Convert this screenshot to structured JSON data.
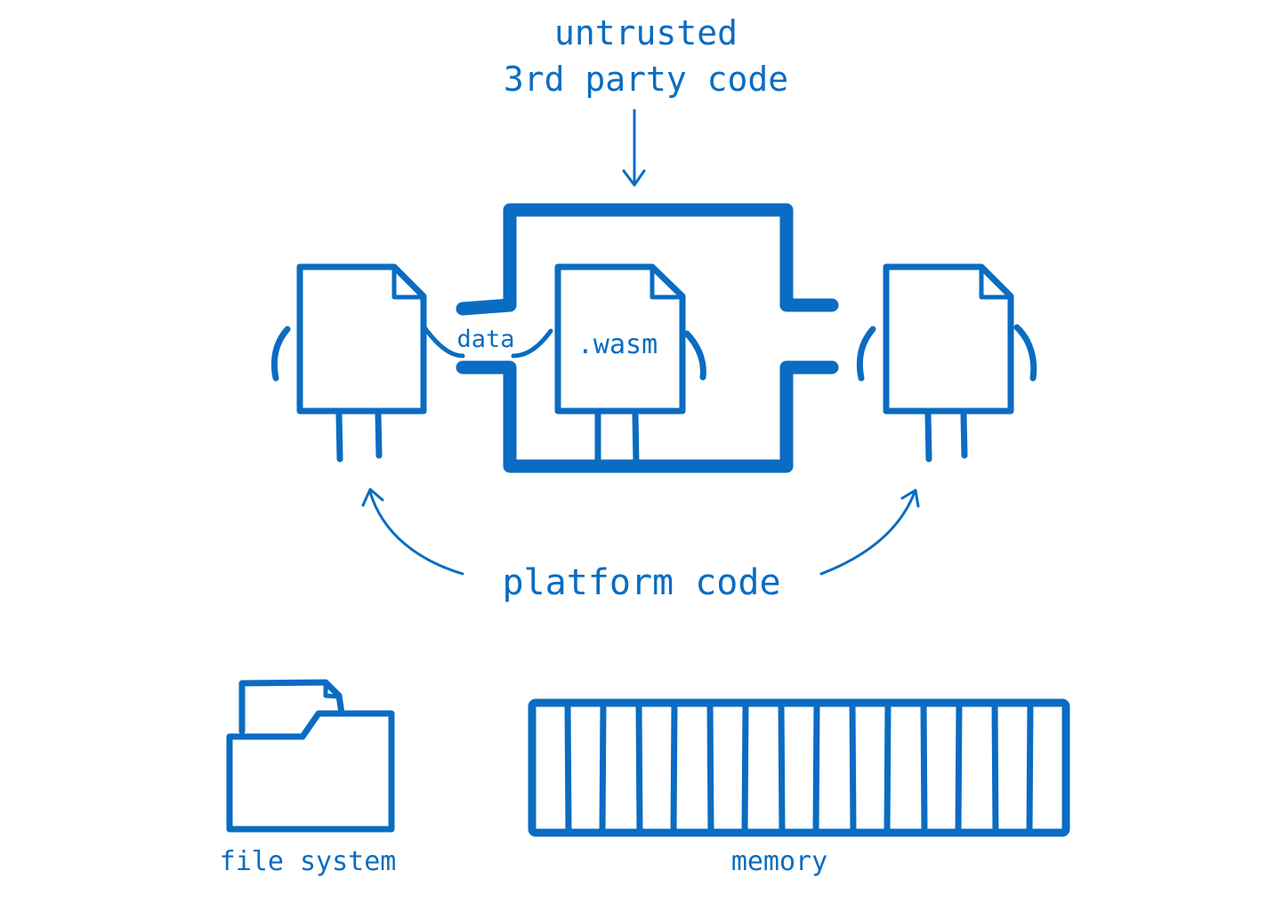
{
  "colors": {
    "ink": "#0a6cc2",
    "background": "#ffffff"
  },
  "header": {
    "line1": "untrusted",
    "line2": "3rd party code"
  },
  "labels": {
    "data": "data",
    "wasm": ".wasm",
    "platform": "platform code",
    "file_system": "file system",
    "memory": "memory"
  }
}
